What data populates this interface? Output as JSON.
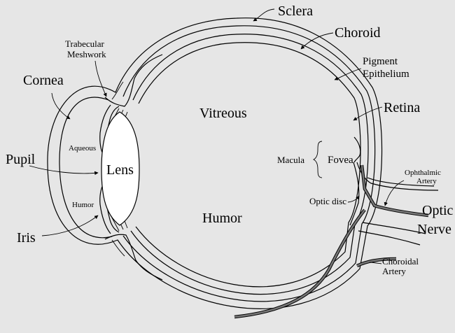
{
  "diagram": {
    "labels": {
      "sclera": "Sclera",
      "choroid": "Choroid",
      "pigment_1": "Pigment",
      "pigment_2": "Epithelium",
      "retina": "Retina",
      "trabecular_1": "Trabecular",
      "trabecular_2": "Meshwork",
      "cornea": "Cornea",
      "pupil": "Pupil",
      "iris": "Iris",
      "aqueous": "Aqueous",
      "humor_small": "Humor",
      "lens": "Lens",
      "vitreous": "Vitreous",
      "humor_big": "Humor",
      "macula": "Macula",
      "fovea": "Fovea",
      "optic_disc": "Optic disc",
      "ophthalmic_1": "Ophthalmic",
      "ophthalmic_2": "Artery",
      "optic_1": "Optic",
      "optic_2": "Nerve",
      "choroidal_1": "Choroidal",
      "choroidal_2": "Artery"
    },
    "colors": {
      "background": "#e6e6e6",
      "stroke": "#000000",
      "vessel": "#777777",
      "lens_fill": "#ffffff"
    }
  }
}
